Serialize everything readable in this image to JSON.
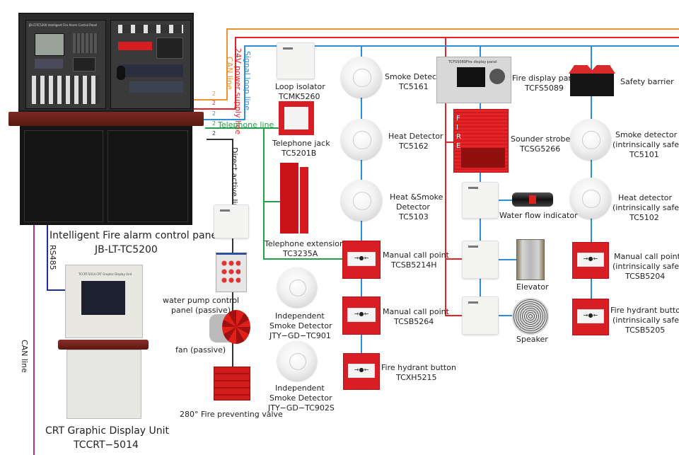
{
  "title": "Fire alarm system connection diagram",
  "colors": {
    "can_line": "#f0922e",
    "power_line": "#e8202a",
    "signal_loop_line": "#2a8fd8",
    "telephone_line": "#20a048",
    "direct_active_line": "#333333",
    "rs485_line": "#1d2f9c",
    "can_line_left": "#b0308a"
  },
  "lines": {
    "can": "CAN line",
    "power": "24V power supply line",
    "signal": "Signal loop line",
    "telephone": "Telephone line",
    "direct": "Direct active line",
    "rs485": "RS485",
    "can_left": "CAN line",
    "wire_count": "2"
  },
  "panel": {
    "name": "Intelligent Fire alarm control panel",
    "model": "JB-LT-TC5200",
    "faceplate_text": "JB-LT-TC5200 Intelligent Fire Alarm Control Panel"
  },
  "crt": {
    "name": "CRT Graphic Display Unit",
    "model": "TCCRT−5014",
    "faceplate_text": "TCCRT-5014 CRT Graphic Display Unit"
  },
  "devices": {
    "loop_isolator": {
      "name": "Loop isolator",
      "model": "TCMK5260"
    },
    "telephone_jack": {
      "name": "Telephone jack",
      "model": "TC5201B"
    },
    "telephone_extension": {
      "name": "Telephone extension",
      "model": "TC3235A"
    },
    "water_pump": {
      "name": "water pump control",
      "name2": "panel (passive)"
    },
    "fan": {
      "name": "fan (passive)"
    },
    "valve": {
      "name": "280°  Fire preventing valve"
    },
    "indep_smoke_1": {
      "name": "Independent",
      "name2": "Smoke Detector",
      "model": "JTY−GD−TC901"
    },
    "indep_smoke_2": {
      "name": "Independent",
      "name2": "Smoke Detector",
      "model": "JTY−GD−TC902S"
    },
    "smoke_detector": {
      "name": "Smoke Detector",
      "model": "TC5161"
    },
    "heat_detector": {
      "name": "Heat Detector",
      "model": "TC5162"
    },
    "heat_smoke_detector": {
      "name": "Heat &Smoke",
      "name2": "Detector",
      "model": "TC5103"
    },
    "manual_call_point_h": {
      "name": "Manual call point",
      "model": "TCSB5214H"
    },
    "manual_call_point": {
      "name": "Manual call point",
      "model": "TCSB5264"
    },
    "fire_hydrant_button": {
      "name": "Fire hydrant button",
      "model": "TCXH5215"
    },
    "fire_display_panel": {
      "name": "Fire display panel",
      "model": "TCFS5089",
      "faceplate_text": "TCFS5089Fire display panel"
    },
    "sounder_strobe": {
      "name": "Sounder strobe",
      "model": "TCSG5266",
      "faceplate_text": "FIRE"
    },
    "water_flow": {
      "name": "Water flow indicator"
    },
    "elevator": {
      "name": "Elevator"
    },
    "speaker": {
      "name": "Speaker"
    },
    "safety_barrier": {
      "name": "Safety barrier"
    },
    "smoke_is": {
      "name": "Smoke detector",
      "name2": "(intrinsically safe)",
      "model": "TC5101"
    },
    "heat_is": {
      "name": "Heat detector",
      "name2": "(intrinsically safe)",
      "model": "TC5102"
    },
    "call_point_is": {
      "name": "Manual call point",
      "name2": "(intrinsically safe)",
      "model": "TCSB5204"
    },
    "hydrant_is": {
      "name": "Fire hydrant button",
      "name2": "(intrinsically safe)",
      "model": "TCSB5205"
    }
  }
}
